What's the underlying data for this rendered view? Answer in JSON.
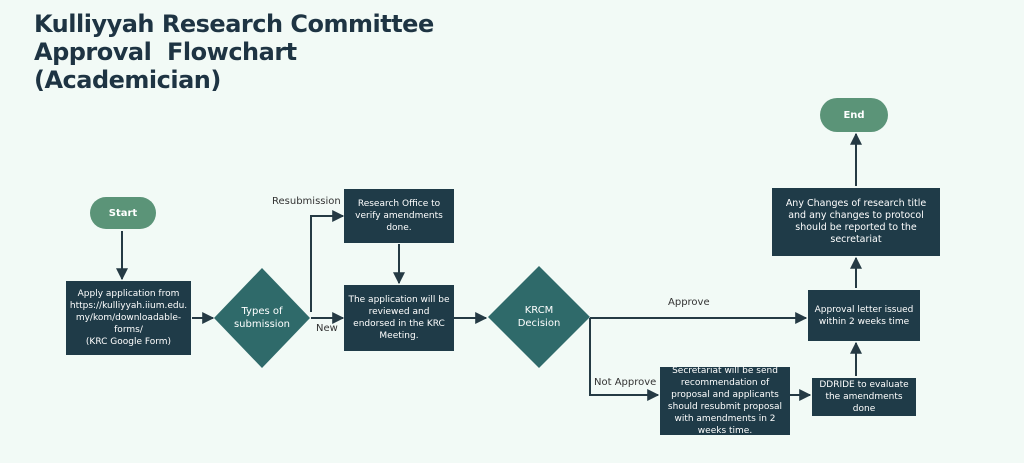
{
  "title": {
    "line1": "Kulliyyah Research Committee",
    "line2": "Approval  Flowchart",
    "line3": "(Academician)"
  },
  "nodes": {
    "start": "Start",
    "end": "End",
    "apply_line1": "Apply application from",
    "apply_line2": "https://kulliyyah.iium.edu.",
    "apply_line3": "my/kom/downloadable-",
    "apply_line4": "forms/",
    "apply_line5": "(KRC Google Form)",
    "types": "Types of submission",
    "research_office": "Research Office to verify amendments done.",
    "reviewed": "The application will be reviewed and endorsed in the KRC Meeting.",
    "decision": "KRCM Decision",
    "secretariat": "Secretariat will be send recommendation of proposal and applicants should resubmit proposal with amendments in 2 weeks time.",
    "ddride": "DDRIDE to evaluate the amendments done",
    "approval_letter": "Approval letter issued within 2 weeks time",
    "changes": "Any Changes of research title and any changes to protocol should be reported to the secretariat"
  },
  "edge_labels": {
    "resubmission": "Resubmission",
    "new": "New",
    "approve": "Approve",
    "not_approve": "Not Approve"
  },
  "colors": {
    "background": "#f2faf6",
    "terminal": "#5b9478",
    "process": "#1f3b48",
    "decision": "#2f6a6a",
    "title": "#1e3443"
  }
}
